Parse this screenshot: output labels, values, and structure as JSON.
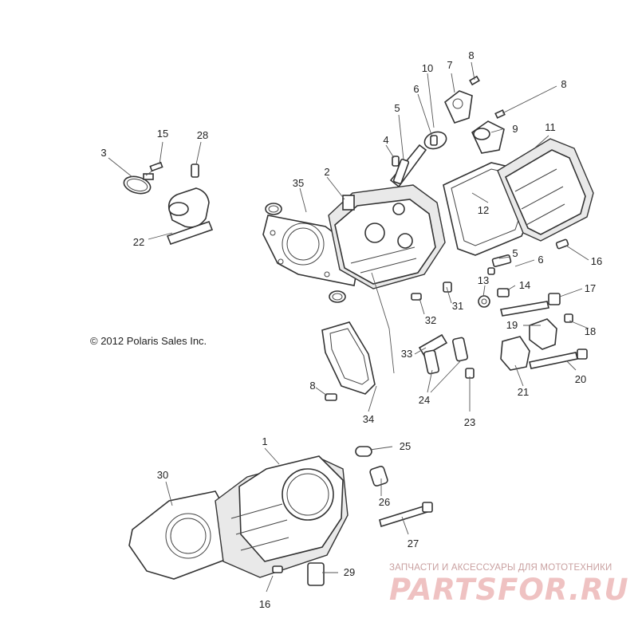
{
  "diagram": {
    "copyright": "© 2012 Polaris Sales Inc.",
    "watermark": {
      "tagline": "ЗАПЧАСТИ И АКСЕССУАРЫ ДЛЯ МОТОТЕХНИКИ",
      "logo": "PARTSFOR.RU"
    },
    "callouts": [
      "10",
      "7",
      "8",
      "8",
      "6",
      "5",
      "9",
      "11",
      "4",
      "15",
      "28",
      "3",
      "35",
      "2",
      "12",
      "22",
      "5",
      "6",
      "16",
      "13",
      "14",
      "17",
      "31",
      "32",
      "19",
      "18",
      "33",
      "24",
      "23",
      "20",
      "21",
      "8",
      "34",
      "1",
      "25",
      "30",
      "26",
      "27",
      "29",
      "16"
    ]
  }
}
